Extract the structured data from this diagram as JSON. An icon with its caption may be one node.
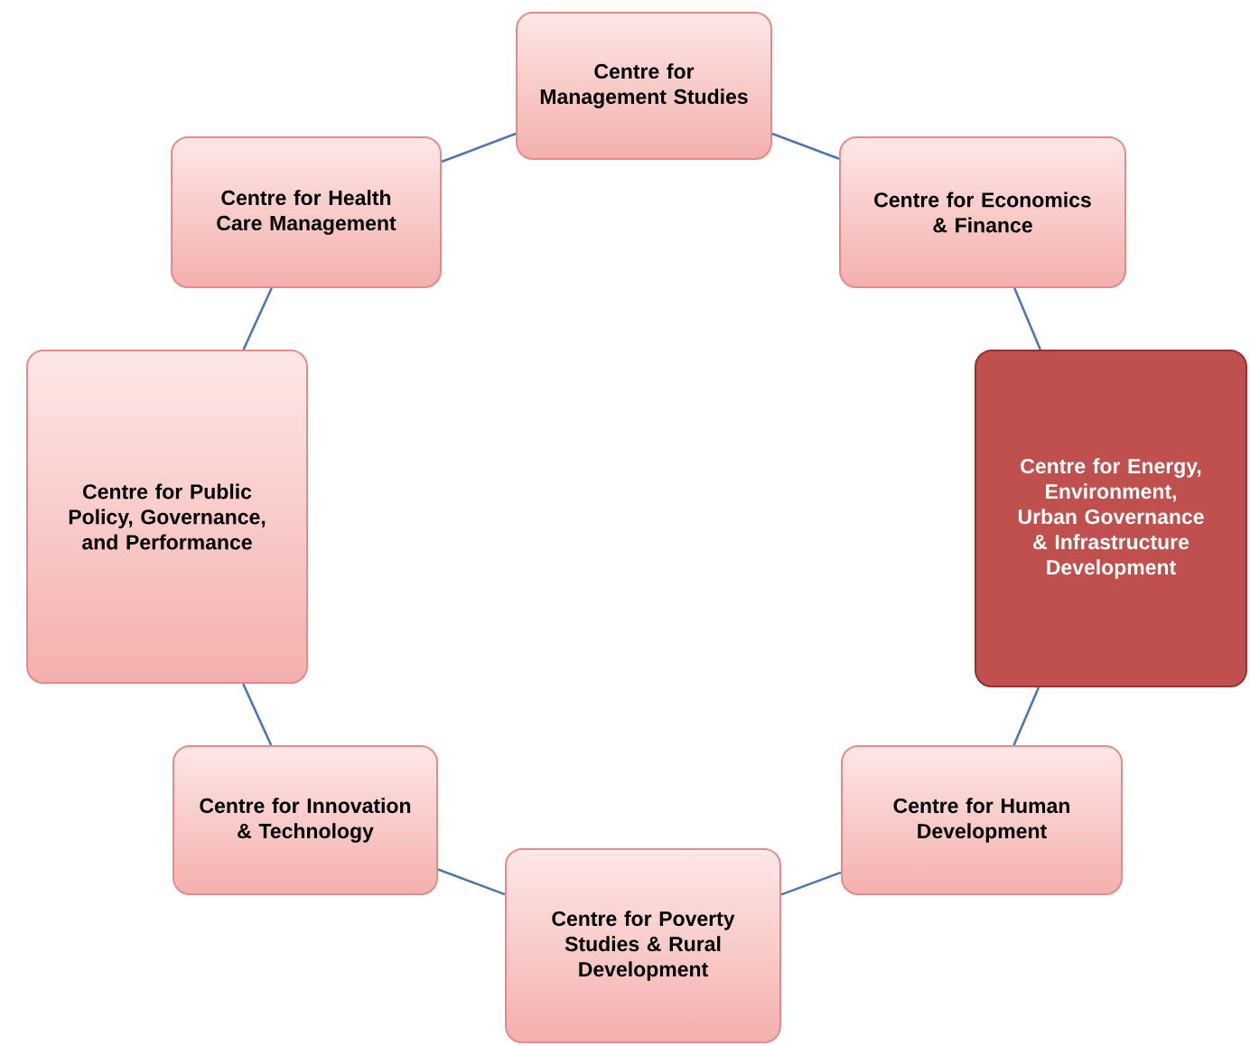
{
  "diagram": {
    "nodes": [
      {
        "text": [
          "Centre for Management Studies"
        ]
      },
      {
        "text": [
          "Centre for Health Care Management"
        ]
      },
      {
        "text": [
          "Centre for Economics & Finance"
        ]
      },
      {
        "text": [
          "Centre for Public Policy, Governance, and Performance"
        ]
      },
      {
        "text": [
          "Centre for Energy, Environment, Urban Governance & Infrastructure Development"
        ]
      },
      {
        "text": [
          "Centre for Innovation & Technology"
        ]
      },
      {
        "text": [
          "Centre for Human Development"
        ]
      },
      {
        "text": [
          "Centre for Poverty Studies & Rural Development"
        ]
      }
    ],
    "edges": [
      {
        "from": 0,
        "to": 2,
        "arrow": "none"
      },
      {
        "from": 2,
        "to": 4,
        "arrow": "none"
      },
      {
        "from": 4,
        "to": 6,
        "arrow": "none"
      },
      {
        "from": 6,
        "to": 7,
        "arrow": "none"
      },
      {
        "from": 7,
        "to": 5,
        "arrow": "none"
      },
      {
        "from": 5,
        "to": 3,
        "arrow": "none"
      },
      {
        "from": 3,
        "to": 1,
        "arrow": "none"
      },
      {
        "from": 1,
        "to": 0,
        "arrow": "none"
      }
    ]
  }
}
